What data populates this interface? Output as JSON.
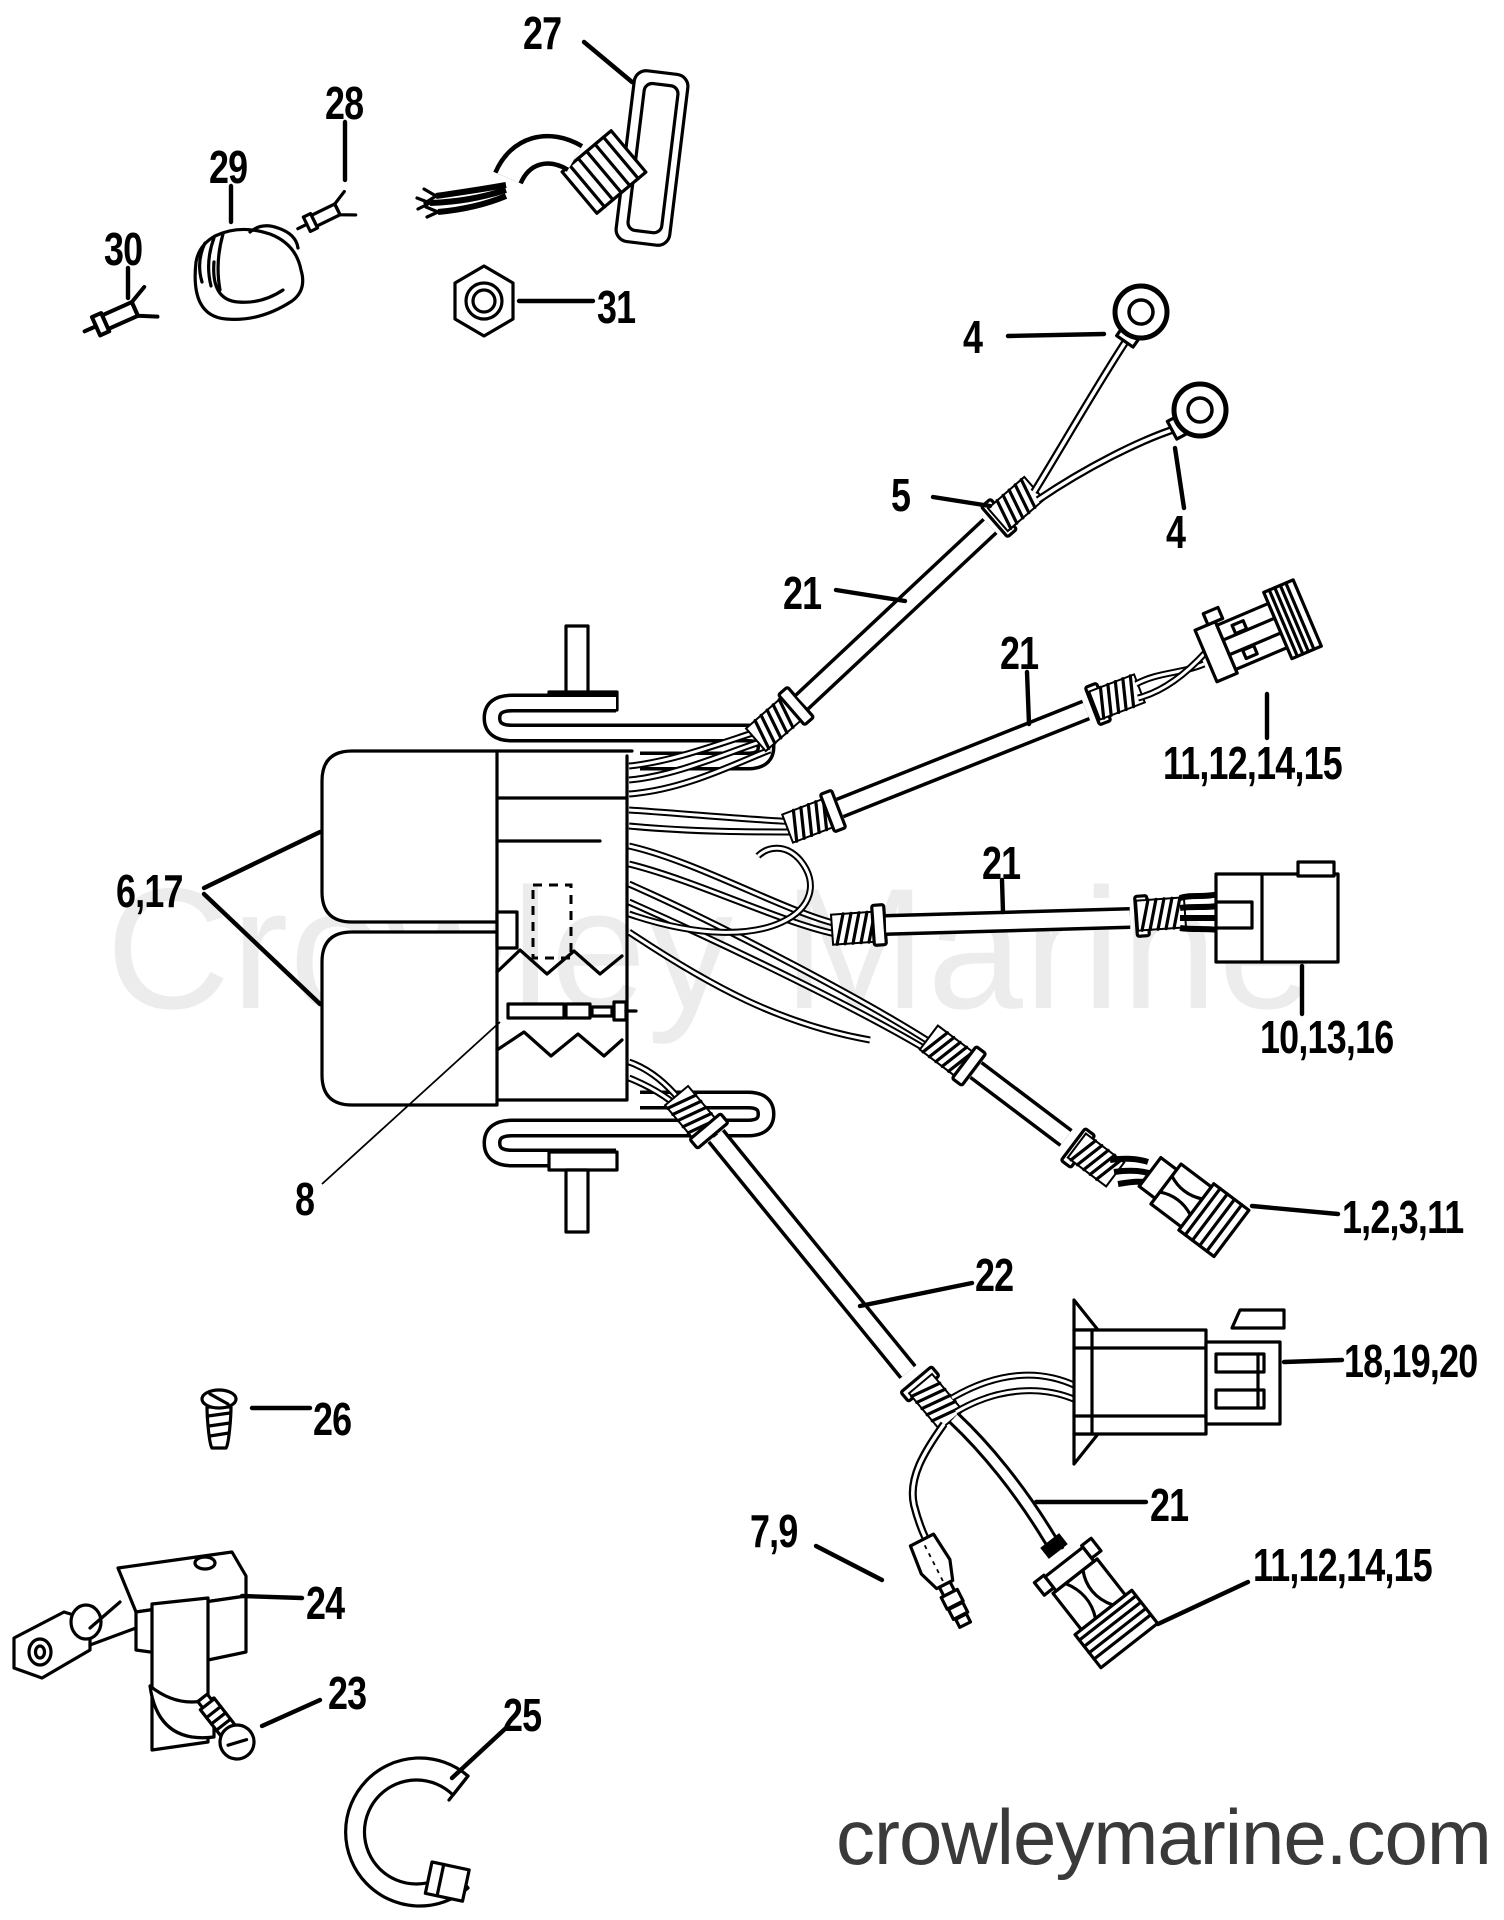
{
  "artwork": {
    "watermark": "Crowley Marine",
    "website": "crowleymarine.com",
    "ink_color": "#000000",
    "background": "#ffffff"
  },
  "callouts": {
    "c27": "27",
    "c28": "28",
    "c29": "29",
    "c30": "30",
    "c31": "31",
    "c4a": "4",
    "c4b": "4",
    "c5": "5",
    "c21a": "21",
    "c21b": "21",
    "c21c": "21",
    "c21e": "21",
    "c6_17": "6,17",
    "c8": "8",
    "c11a": "11,12,14,15",
    "c11b": "11,12,14,15",
    "c10": "10,13,16",
    "c1": "1,2,3,11",
    "c22": "22",
    "c18": "18,19,20",
    "c7_9": "7,9",
    "c23": "23",
    "c24": "24",
    "c25": "25",
    "c26": "26"
  }
}
